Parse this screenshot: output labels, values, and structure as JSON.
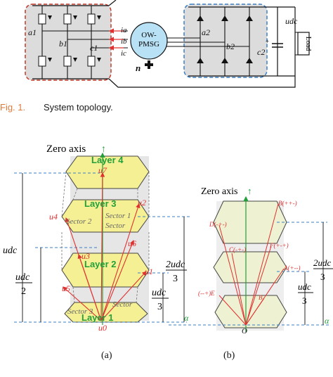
{
  "topology": {
    "inverter_nodes": [
      "a1",
      "b1",
      "c1"
    ],
    "rectifier_nodes": [
      "a2",
      "b2",
      "c2"
    ],
    "currents": [
      "ia",
      "ib",
      "ic"
    ],
    "machine": [
      "OW-",
      "PMSG"
    ],
    "speed": "n",
    "dc_voltage": "udc",
    "load": "Load"
  },
  "caption": {
    "label": "Fig. 1.",
    "title": "System topology."
  },
  "diagram_a": {
    "zero_axis": "Zero axis",
    "layers": [
      "Layer 4",
      "Layer 3",
      "Layer 2",
      "Layer 1"
    ],
    "vectors": [
      "u0",
      "u1",
      "u2",
      "u3",
      "u4",
      "u5",
      "u6",
      "u7"
    ],
    "sectors": [
      "Sector 1",
      "Sector 2",
      "Sector",
      "Sector",
      "Sector 3"
    ],
    "udc_label": "udc",
    "half_label": [
      "udc",
      "2"
    ],
    "two_third_label": [
      "2udc",
      "3"
    ],
    "third_label": [
      "udc",
      "3"
    ],
    "alpha": "α",
    "sub_label": "(a)"
  },
  "diagram_b": {
    "zero_axis": "Zero axis",
    "points": [
      "B(++-)",
      "D(-+-)",
      "C(-+-)",
      "F(+-+)",
      "A(+--)",
      "(--+)E",
      "B",
      "O"
    ],
    "two_third_label": [
      "2udc",
      "3"
    ],
    "third_label": [
      "udc",
      "3"
    ],
    "alpha": "α",
    "sub_label": "(b)"
  }
}
